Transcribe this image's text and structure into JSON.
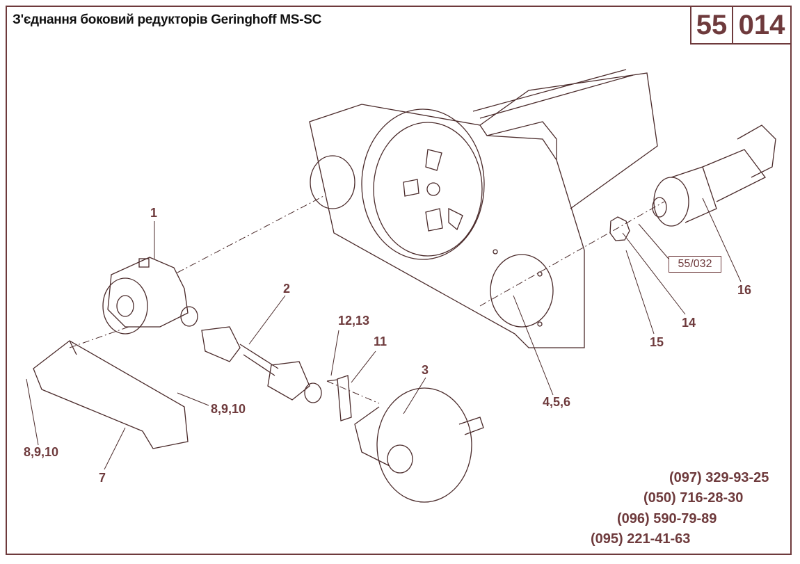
{
  "title": "З'єднання боковий редукторів Geringhoff MS-SC",
  "code": {
    "section": "55",
    "page": "014"
  },
  "reference": "55/032",
  "callouts": [
    "1",
    "2",
    "3",
    "4,5,6",
    "7",
    "8,9,10",
    "8,9,10",
    "11",
    "12,13",
    "14",
    "15",
    "16"
  ],
  "phones": [
    "(097) 329-93-25",
    "(050) 716-28-30",
    "(096) 590-79-89",
    "(095) 221-41-63"
  ],
  "colors": {
    "accent": "#6e3a3c",
    "line": "#4a2a2a"
  }
}
